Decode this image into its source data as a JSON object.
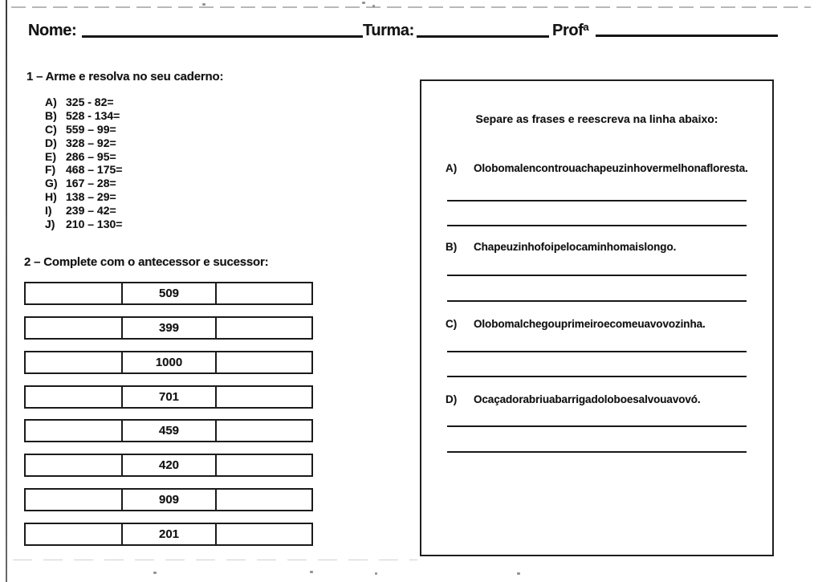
{
  "header": {
    "nome_label": "Nome:",
    "turma_label": "Turma:",
    "prof_label": "Prof",
    "prof_superscript": "a"
  },
  "exercise1": {
    "title": "1 – Arme e resolva no seu caderno:",
    "items": [
      {
        "label": "A)",
        "expression": "325 - 82="
      },
      {
        "label": "B)",
        "expression": "528 - 134="
      },
      {
        "label": "C)",
        "expression": "559 – 99="
      },
      {
        "label": "D)",
        "expression": "328 – 92="
      },
      {
        "label": "E)",
        "expression": "286 – 95="
      },
      {
        "label": "F)",
        "expression": "468 – 175="
      },
      {
        "label": "G)",
        "expression": "167 – 28="
      },
      {
        "label": "H)",
        "expression": "138 – 29="
      },
      {
        "label": "I)",
        "expression": "239 – 42="
      },
      {
        "label": "J)",
        "expression": "210 – 130="
      }
    ]
  },
  "exercise2": {
    "title": "2 – Complete com o antecessor e sucessor:",
    "numbers": [
      "509",
      "399",
      "1000",
      "701",
      "459",
      "420",
      "909",
      "201"
    ]
  },
  "phrase_box": {
    "title": "Separe as frases e reescreva na linha abaixo:",
    "items": [
      {
        "label": "A)",
        "text": "Olobomalencontrouachapeuzinhovermelhonafloresta."
      },
      {
        "label": "B)",
        "text": "Chapeuzinhofoipelocaminhomaislongo."
      },
      {
        "label": "C)",
        "text": "Olobomalchegouprimeiroecomeuavovozinha."
      },
      {
        "label": "D)",
        "text": "Ocaçadorabriuabarrigadoloboesalvouavovó."
      }
    ]
  }
}
